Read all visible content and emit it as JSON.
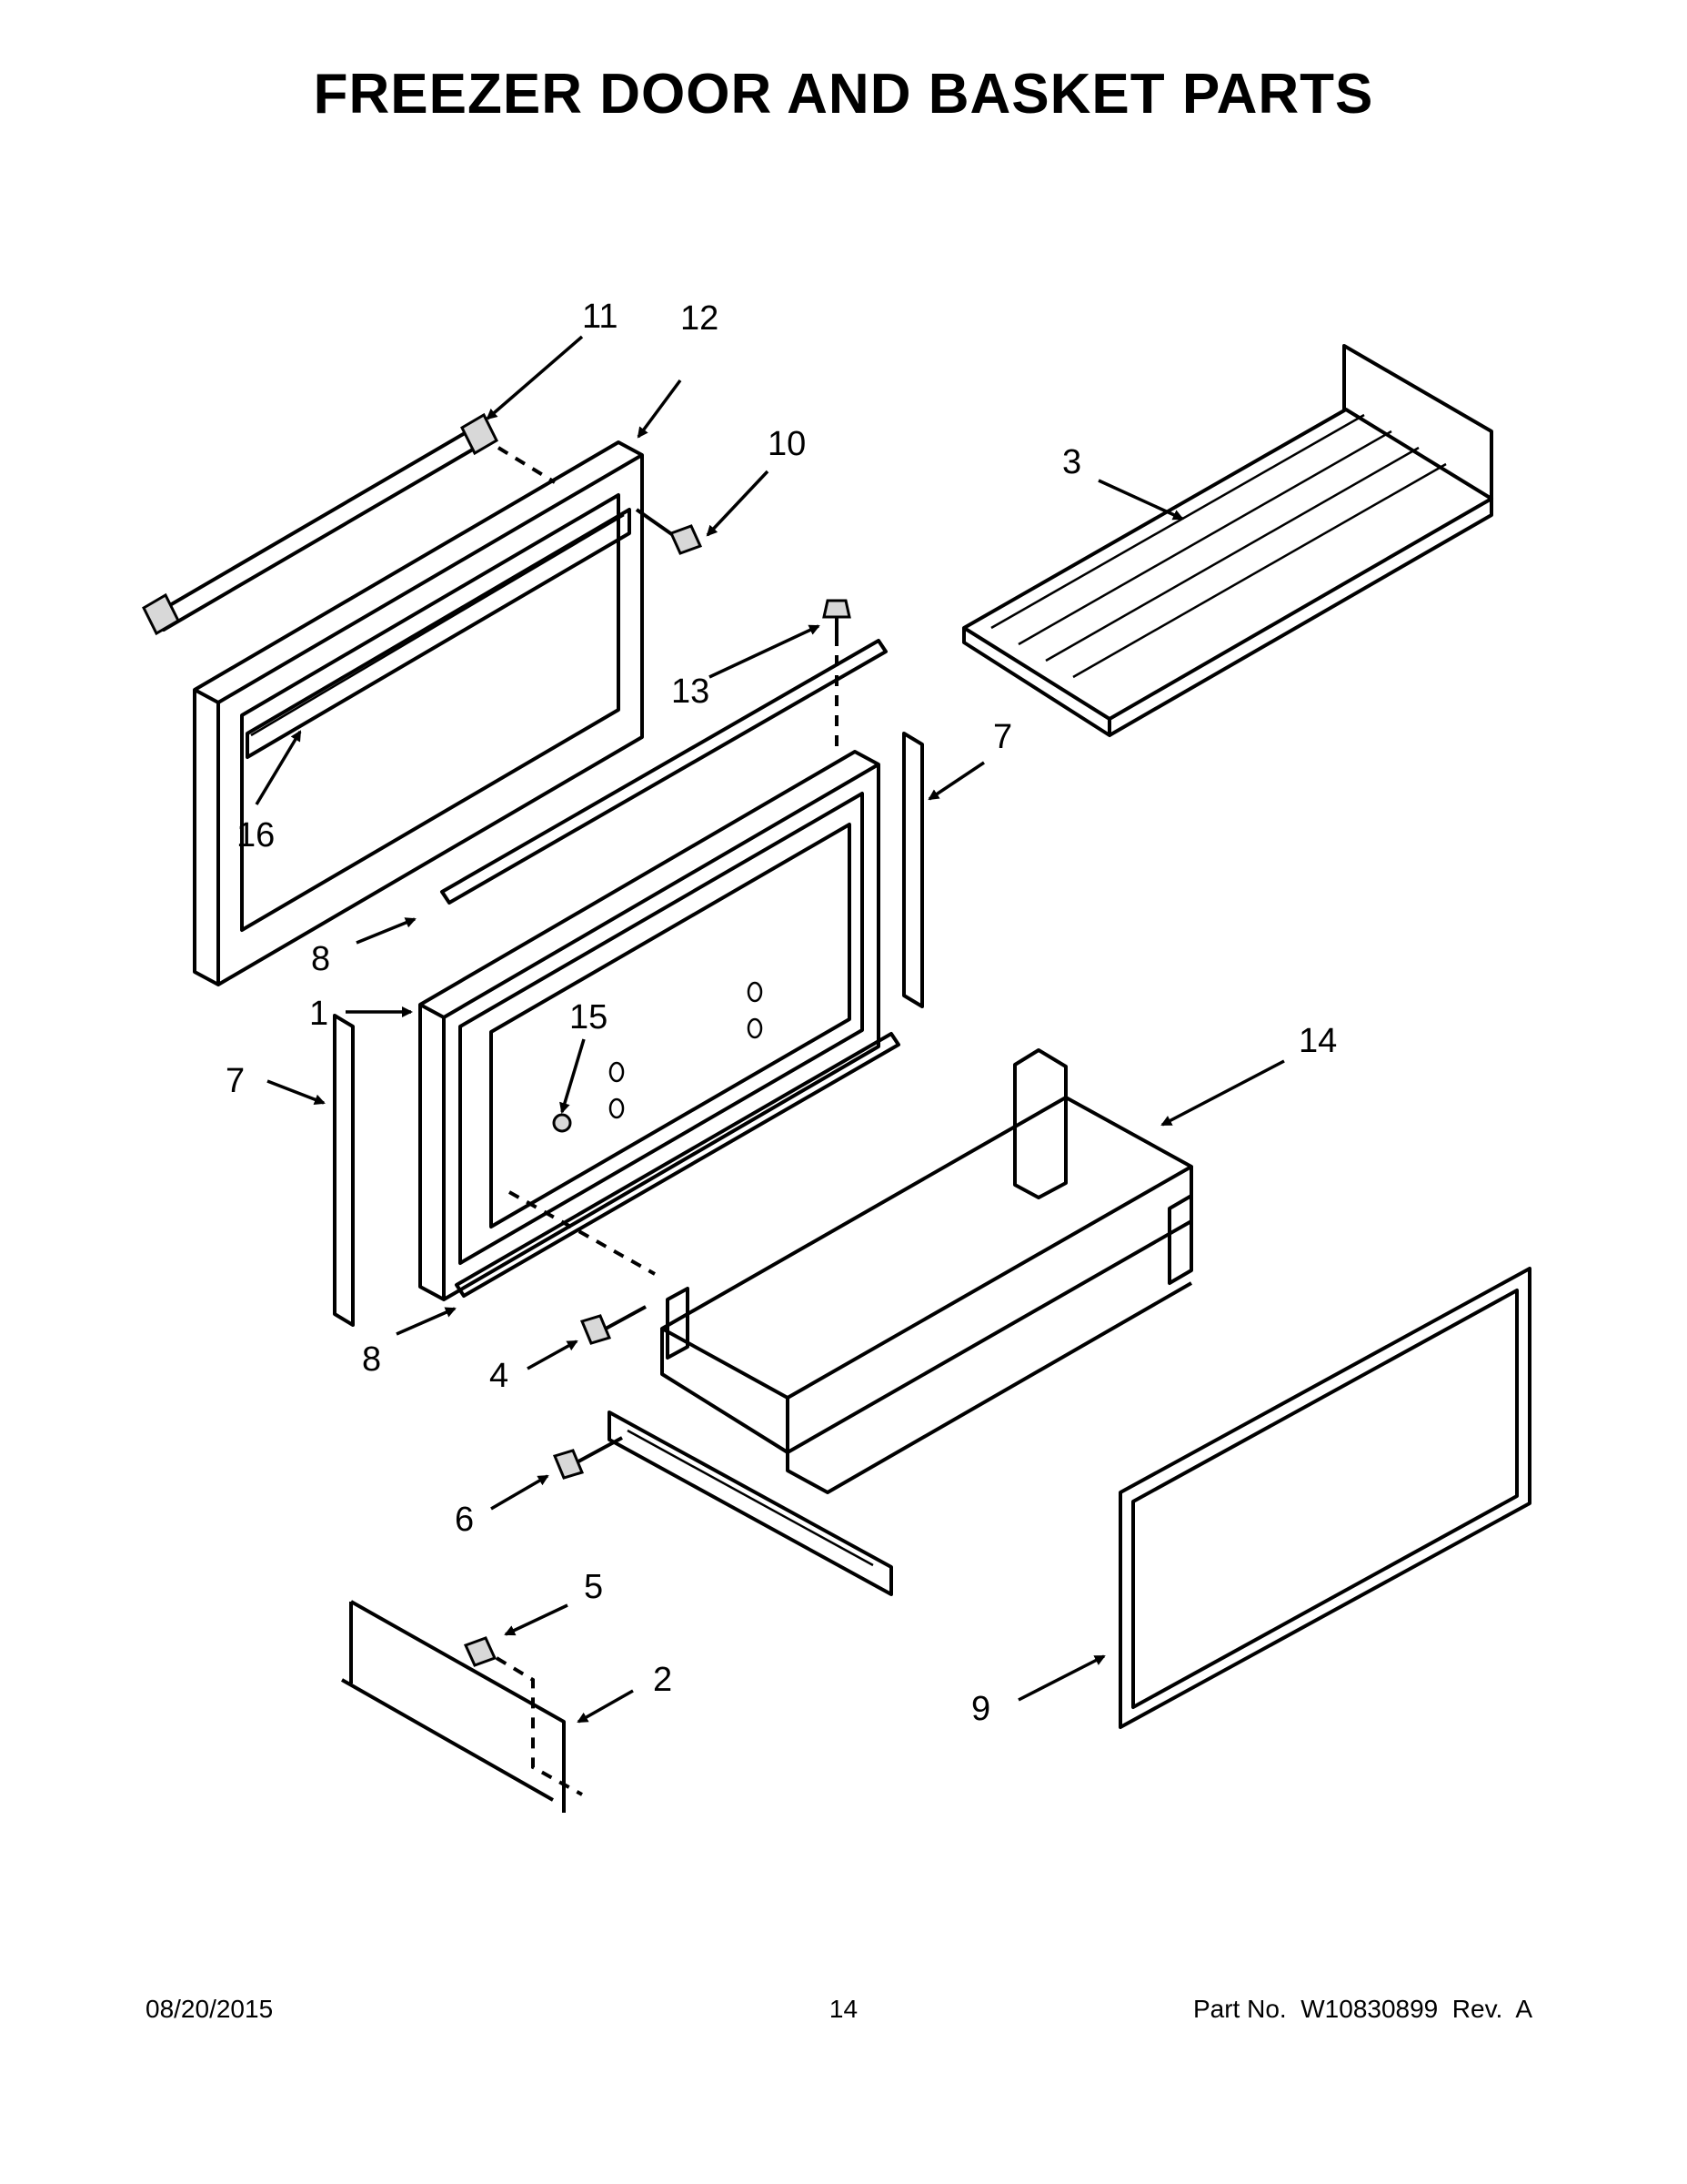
{
  "page": {
    "title": "FREEZER DOOR AND BASKET PARTS",
    "footer": {
      "date": "08/20/2015",
      "page_number": "14",
      "part_number": "Part No.  W10830899  Rev.  A"
    }
  },
  "callouts": {
    "c1": "1",
    "c2": "2",
    "c3": "3",
    "c4": "4",
    "c5": "5",
    "c6": "6",
    "c7a": "7",
    "c7b": "7",
    "c8a": "8",
    "c8b": "8",
    "c9": "9",
    "c10": "10",
    "c11": "11",
    "c12": "12",
    "c13": "13",
    "c14": "14",
    "c15": "15",
    "c16": "16"
  }
}
